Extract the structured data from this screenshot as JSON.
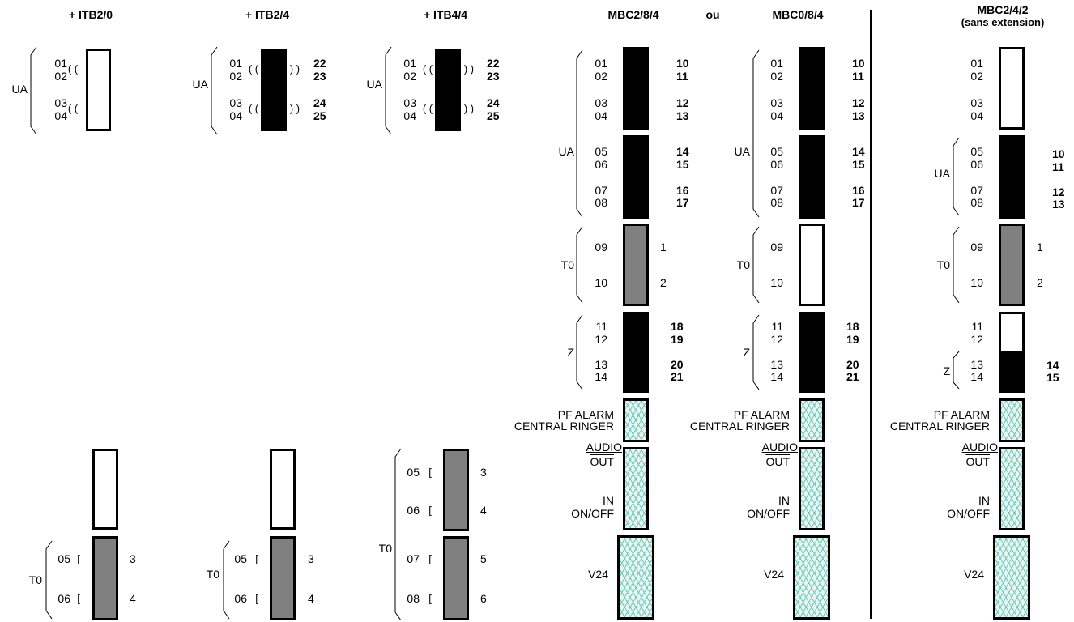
{
  "titles": {
    "itb20": "+ ITB2/0",
    "itb24": "+ ITB2/4",
    "itb44": "+ ITB4/4",
    "mbc284": "MBC2/8/4",
    "ou": "ou",
    "mbc084": "MBC0/8/4",
    "mbc242": "MBC2/4/2",
    "mbc242_sub": "(sans extension)"
  },
  "groups": {
    "ua": "UA",
    "t0": "T0",
    "z": "Z"
  },
  "pins": {
    "p01": "01",
    "p02": "02",
    "p03": "03",
    "p04": "04",
    "p05": "05",
    "p06": "06",
    "p07": "07",
    "p08": "08",
    "p09": "09",
    "p10": "10",
    "p11": "11",
    "p12": "12",
    "p13": "13",
    "p14": "14"
  },
  "nums": {
    "n1": "1",
    "n2": "2",
    "n3": "3",
    "n4": "4",
    "n5": "5",
    "n6": "6",
    "n10": "10",
    "n11": "11",
    "n12": "12",
    "n13": "13",
    "n14": "14",
    "n15": "15",
    "n16": "16",
    "n17": "17",
    "n18": "18",
    "n19": "19",
    "n20": "20",
    "n21": "21",
    "n22": "22",
    "n23": "23",
    "n24": "24",
    "n25": "25"
  },
  "aux": {
    "pf_alarm": "PF ALARM",
    "central_ringer": "CENTRAL RINGER",
    "audio": "AUDIO",
    "out": "OUT",
    "in": "IN",
    "on_off": "ON/OFF",
    "v24": "V24"
  },
  "colors": {
    "hatch": "#6cc7b4",
    "gray": "#808080"
  }
}
